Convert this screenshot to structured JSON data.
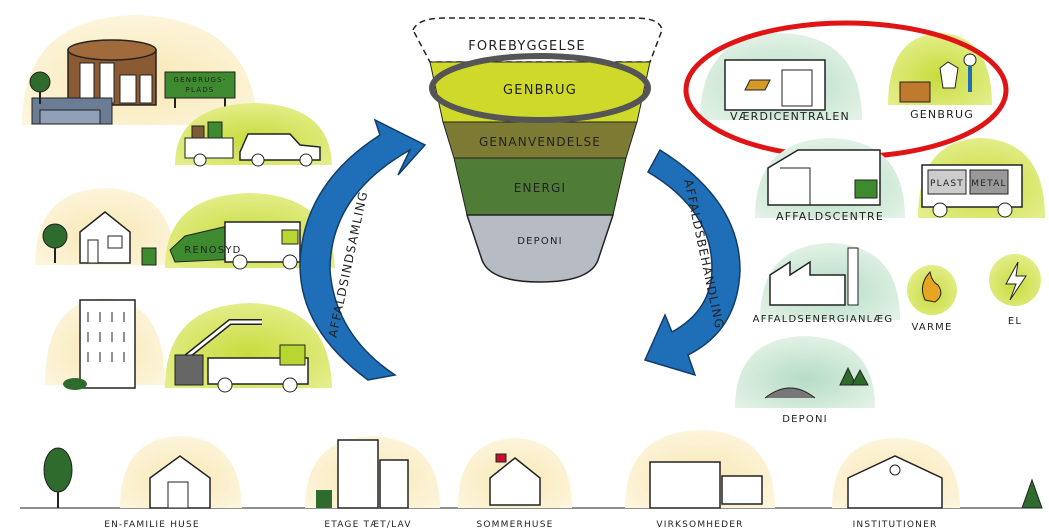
{
  "hierarchy": {
    "levels": [
      "FOREBYGGELSE",
      "GENBRUG",
      "GENANVENDELSE",
      "ENERGI",
      "DEPONI"
    ],
    "colors": [
      "#ffffff",
      "#cfd92a",
      "#7d7a34",
      "#4f7d35",
      "#b7bcc4"
    ]
  },
  "arrows": {
    "left": "AFFALDSINDSAMLING",
    "right": "AFFALDSBEHANDLING",
    "color": "#1f6fb8"
  },
  "left_scenes": {
    "recycling_sign": "GENBRUGS-\nPLADS",
    "truck_label": "RENOSYD"
  },
  "right_scenes": {
    "vaerdicentralen": "VÆRDICENTRALEN",
    "genbrug": "GENBRUG",
    "affaldscentre": "AFFALDSCENTRE",
    "plast": "PLAST",
    "metal": "METAL",
    "affaldsenergianlaeg": "AFFALDSENERGIANLÆG",
    "varme": "VARME",
    "el": "EL",
    "deponi": "DEPONI"
  },
  "bottom": [
    "EN-FAMILIE HUSE",
    "ETAGE TÆT/LAV",
    "SOMMERHUSE",
    "VIRKSOMHEDER",
    "INSTITUTIONER"
  ],
  "highlight_color": "#e01414",
  "green": "#b9d531"
}
